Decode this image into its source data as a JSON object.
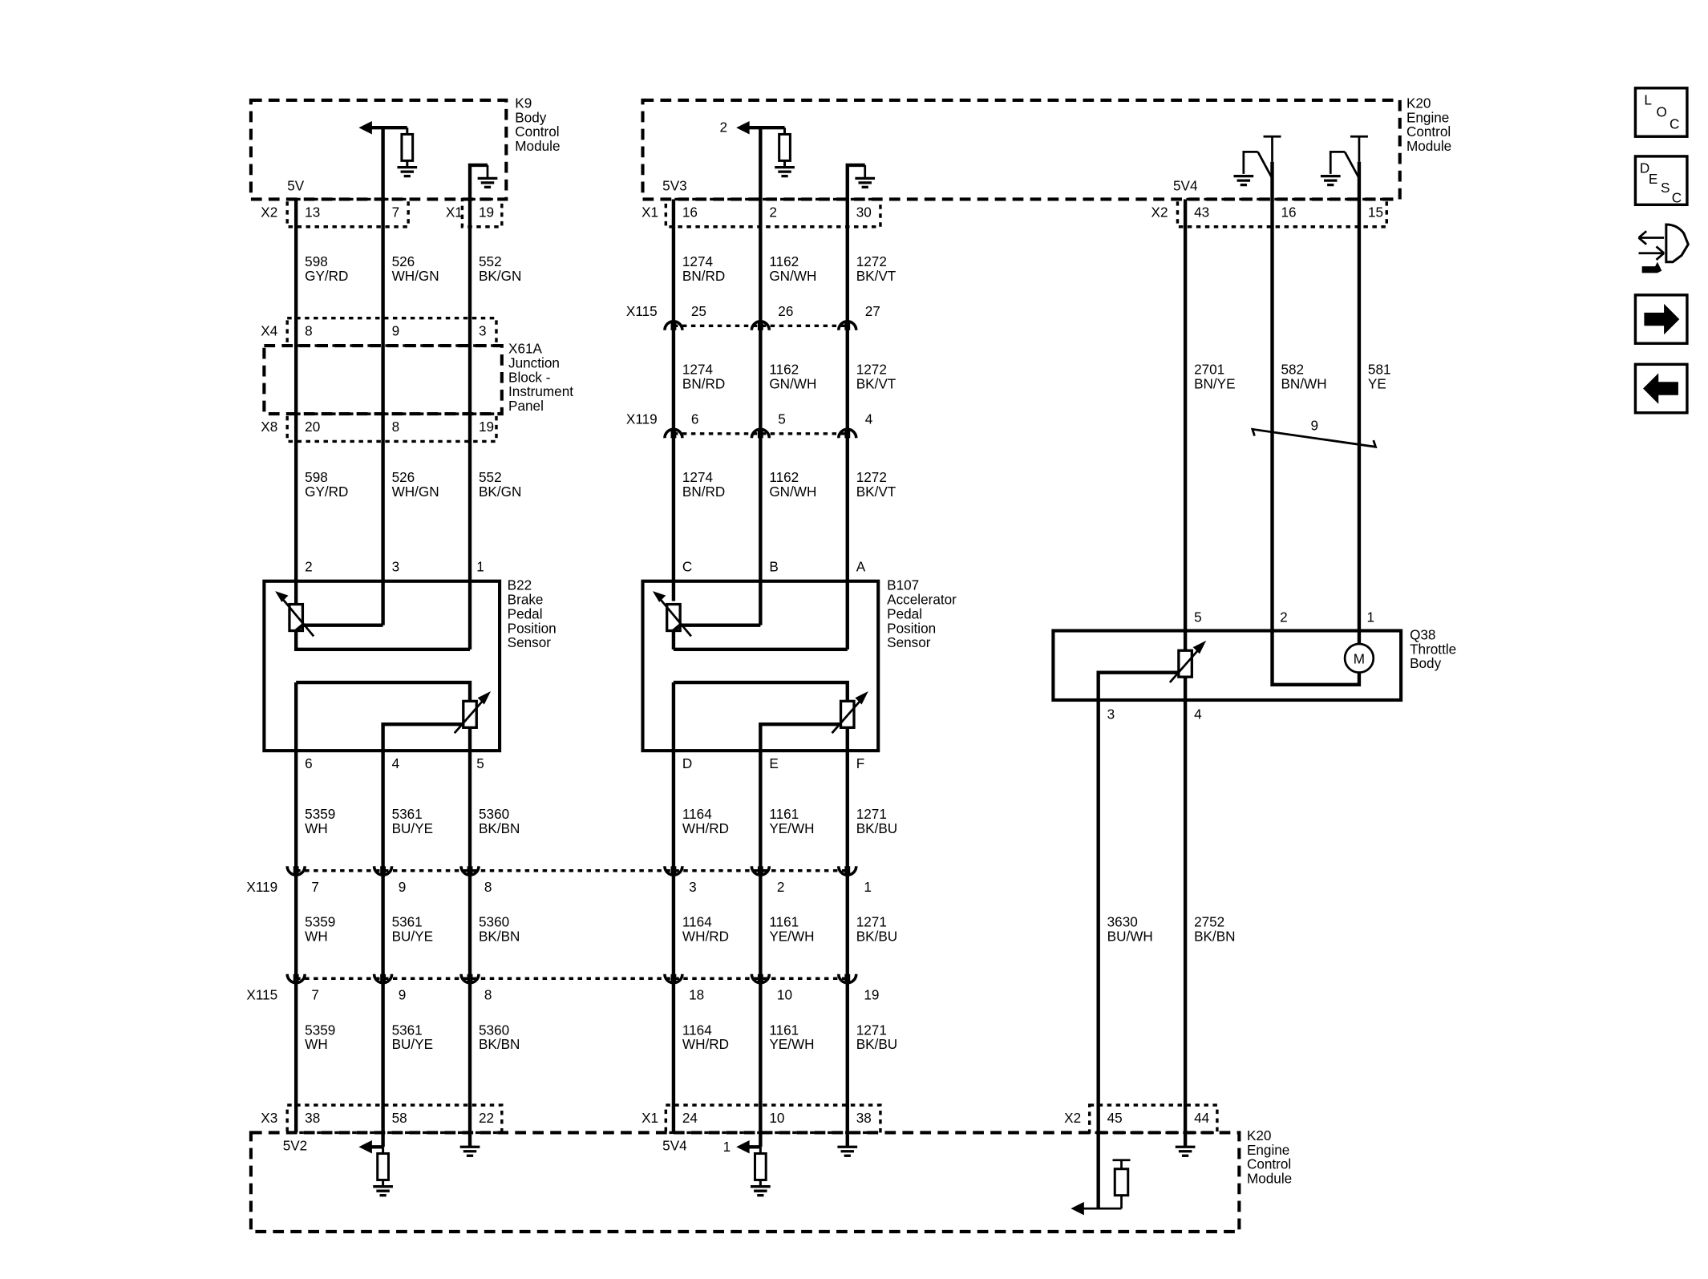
{
  "modules": {
    "k9": [
      "K9",
      "Body",
      "Control",
      "Module"
    ],
    "k20_top": [
      "K20",
      "Engine",
      "Control",
      "Module"
    ],
    "k20_bottom": [
      "K20",
      "Engine",
      "Control",
      "Module"
    ],
    "x61a": [
      "X61A",
      "Junction",
      "Block -",
      "Instrument",
      "Panel"
    ],
    "b22": [
      "B22",
      "Brake",
      "Pedal",
      "Position",
      "Sensor"
    ],
    "b107": [
      "B107",
      "Accelerator",
      "Pedal",
      "Position",
      "Sensor"
    ],
    "q38": [
      "Q38",
      "Throttle",
      "Body"
    ]
  },
  "reference_labels": {
    "k9_5v": "5V",
    "k20_5v3": "5V3",
    "k20_5v4_top": "5V4",
    "k20_5v2": "5V2",
    "k20_5v4_bottom": "5V4",
    "ref_2": "2",
    "ref_1": "1",
    "twist_count": "9",
    "motor": "M"
  },
  "connectors": {
    "k9_x2": "X2",
    "k9_x1": "X1",
    "k20_x1_top": "X1",
    "k20_x2_top": "X2",
    "x4": "X4",
    "x8": "X8",
    "x115_top": "X115",
    "x119_top": "X119",
    "x119_bottom": "X119",
    "x115_bottom": "X115",
    "k20_x3": "X3",
    "k20_x1_bottom": "X1",
    "k20_x2_bottom": "X2"
  },
  "pins": {
    "k9_13": "13",
    "k9_7": "7",
    "k9_19": "19",
    "k20_16": "16",
    "k20_2": "2",
    "k20_30": "30",
    "k20_43": "43",
    "k20_16b": "16",
    "k20_15": "15",
    "x4_8": "8",
    "x4_9": "9",
    "x4_3": "3",
    "x8_20": "20",
    "x8_8": "8",
    "x8_19": "19",
    "x115_25": "25",
    "x115_26": "26",
    "x115_27": "27",
    "x119_6": "6",
    "x119_5": "5",
    "x119_4": "4",
    "b22_2": "2",
    "b22_3": "3",
    "b22_1": "1",
    "b22_6": "6",
    "b22_4": "4",
    "b22_5": "5",
    "b107_c": "C",
    "b107_b": "B",
    "b107_a": "A",
    "b107_d": "D",
    "b107_e": "E",
    "b107_f": "F",
    "q38_5": "5",
    "q38_2": "2",
    "q38_1": "1",
    "q38_3": "3",
    "q38_4": "4",
    "x119b_7": "7",
    "x119b_9": "9",
    "x119b_8": "8",
    "x119b_3": "3",
    "x119b_2": "2",
    "x119b_1": "1",
    "x115b_7": "7",
    "x115b_9": "9",
    "x115b_8": "8",
    "x115b_18": "18",
    "x115b_10": "10",
    "x115b_19": "19",
    "k20_38": "38",
    "k20_58": "58",
    "k20_22": "22",
    "k20_24": "24",
    "k20_10": "10",
    "k20_38b": "38",
    "k20_45": "45",
    "k20_44": "44"
  },
  "wires": {
    "w598_a": [
      "598",
      "GY/RD"
    ],
    "w526_a": [
      "526",
      "WH/GN"
    ],
    "w552_a": [
      "552",
      "BK/GN"
    ],
    "w598_b": [
      "598",
      "GY/RD"
    ],
    "w526_b": [
      "526",
      "WH/GN"
    ],
    "w552_b": [
      "552",
      "BK/GN"
    ],
    "w1274_a": [
      "1274",
      "BN/RD"
    ],
    "w1162_a": [
      "1162",
      "GN/WH"
    ],
    "w1272_a": [
      "1272",
      "BK/VT"
    ],
    "w1274_b": [
      "1274",
      "BN/RD"
    ],
    "w1162_b": [
      "1162",
      "GN/WH"
    ],
    "w1272_b": [
      "1272",
      "BK/VT"
    ],
    "w1274_c": [
      "1274",
      "BN/RD"
    ],
    "w1162_c": [
      "1162",
      "GN/WH"
    ],
    "w1272_c": [
      "1272",
      "BK/VT"
    ],
    "w2701": [
      "2701",
      "BN/YE"
    ],
    "w582": [
      "582",
      "BN/WH"
    ],
    "w581": [
      "581",
      "YE"
    ],
    "w5359_a": [
      "5359",
      "WH"
    ],
    "w5361_a": [
      "5361",
      "BU/YE"
    ],
    "w5360_a": [
      "5360",
      "BK/BN"
    ],
    "w1164_a": [
      "1164",
      "WH/RD"
    ],
    "w1161_a": [
      "1161",
      "YE/WH"
    ],
    "w1271_a": [
      "1271",
      "BK/BU"
    ],
    "w5359_b": [
      "5359",
      "WH"
    ],
    "w5361_b": [
      "5361",
      "BU/YE"
    ],
    "w5360_b": [
      "5360",
      "BK/BN"
    ],
    "w1164_b": [
      "1164",
      "WH/RD"
    ],
    "w1161_b": [
      "1161",
      "YE/WH"
    ],
    "w1271_b": [
      "1271",
      "BK/BU"
    ],
    "w3630": [
      "3630",
      "BU/WH"
    ],
    "w2752": [
      "2752",
      "BK/BN"
    ],
    "w5359_c": [
      "5359",
      "WH"
    ],
    "w5361_c": [
      "5361",
      "BU/YE"
    ],
    "w5360_c": [
      "5360",
      "BK/BN"
    ],
    "w1164_c": [
      "1164",
      "WH/RD"
    ],
    "w1161_c": [
      "1161",
      "YE/WH"
    ],
    "w1271_c": [
      "1271",
      "BK/BU"
    ]
  },
  "nav": {
    "loc": [
      "L",
      "O",
      "C"
    ],
    "desc": [
      "D",
      "E",
      "S",
      "C"
    ],
    "icons": [
      "connector-end-view-icon",
      "next-page-arrow-icon",
      "previous-page-arrow-icon"
    ]
  }
}
